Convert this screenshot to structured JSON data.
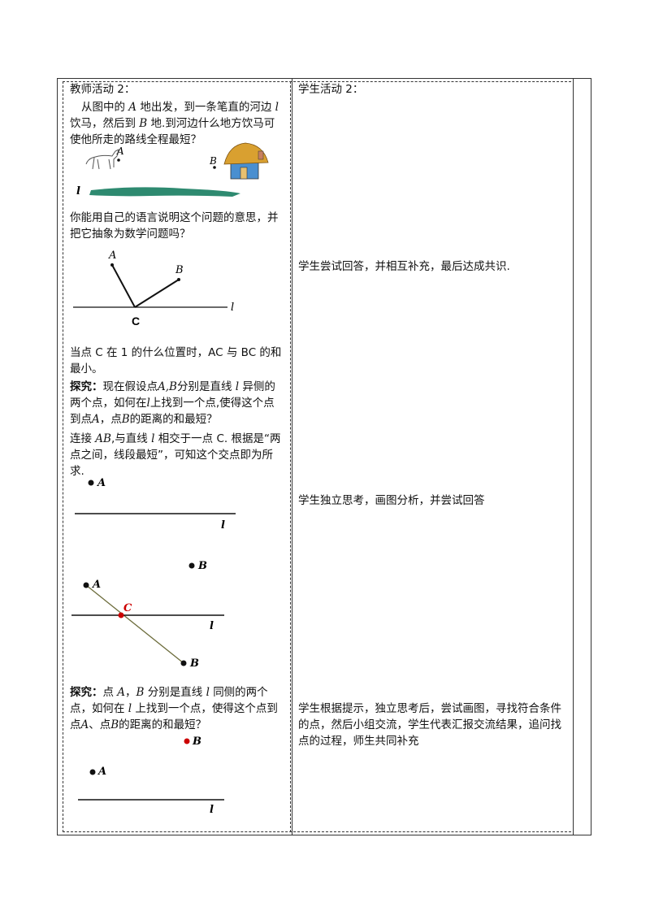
{
  "teacher": {
    "heading": "教师活动 2：",
    "problem": {
      "p1": "从图中的",
      "A": "A",
      "p2": "地出发，到一条笔直的河边",
      "l": "l",
      "p3": "饮马，然后到",
      "B": "B",
      "p4": "地.到河边什么地方饮马可使他所走的路线全程最短？"
    },
    "picture_labels": {
      "A": "A",
      "B": "B",
      "l": "l"
    },
    "question": "你能用自己的语言说明这个问题的意思，并把它抽象为数学问题吗？",
    "diagram1": {
      "A": "A",
      "B": "B",
      "C": "C",
      "l": "l"
    },
    "when_text": "当点 C 在 1 的什么位置时，AC 与 BC 的和最小。",
    "explore1": {
      "label": "探究：",
      "t1": "现在假设点",
      "AB": "A,B",
      "t2": "分别是直线",
      "l": "l",
      "t3": "异侧的两个点，如何在",
      "l2": "l",
      "t4": "上找到一个点,使得这个点到点",
      "A": "A",
      "t5": "，点",
      "B": "B",
      "t6": "的距离的和最短？"
    },
    "connect": {
      "t1": "连接",
      "AB": "AB",
      "t2": ",与直线",
      "l": "l",
      "t3": "相交于一点 C. 根据是“两点之间，线段最短”，可知这个交点即为所求."
    },
    "diagram2": {
      "A": "A",
      "l": "l",
      "B": "B"
    },
    "diagram3": {
      "A": "A",
      "C": "C",
      "l": "l",
      "B": "B"
    },
    "explore2": {
      "label": "探究：",
      "t1": "点",
      "A": "A",
      "t2": "，",
      "B": "B",
      "t3": "分别是直线",
      "l": "l",
      "t4": "同侧的两个点，如何在",
      "l2": "l",
      "t5": "上找到一个点，使得这个点到点",
      "A2": "A",
      "t6": "、点",
      "B2": "B",
      "t7": "的距离的和最短？"
    },
    "diagram4": {
      "B": "B",
      "A": "A",
      "l": "l"
    }
  },
  "student": {
    "heading": "学生活动 2：",
    "answer1": "学生尝试回答，并相互补充，最后达成共识.",
    "answer2": "学生独立思考，画图分析，并尝试回答",
    "answer3": "学生根据提示，独立思考后，尝试画图，寻找符合条件的点，然后小组交流，学生代表汇报交流结果，追问找点的过程，师生共同补充"
  },
  "colors": {
    "accent_red": "#cc0000",
    "river": "#2e8a70",
    "house_roof": "#d9a030",
    "house_wall": "#4a8fd0"
  }
}
